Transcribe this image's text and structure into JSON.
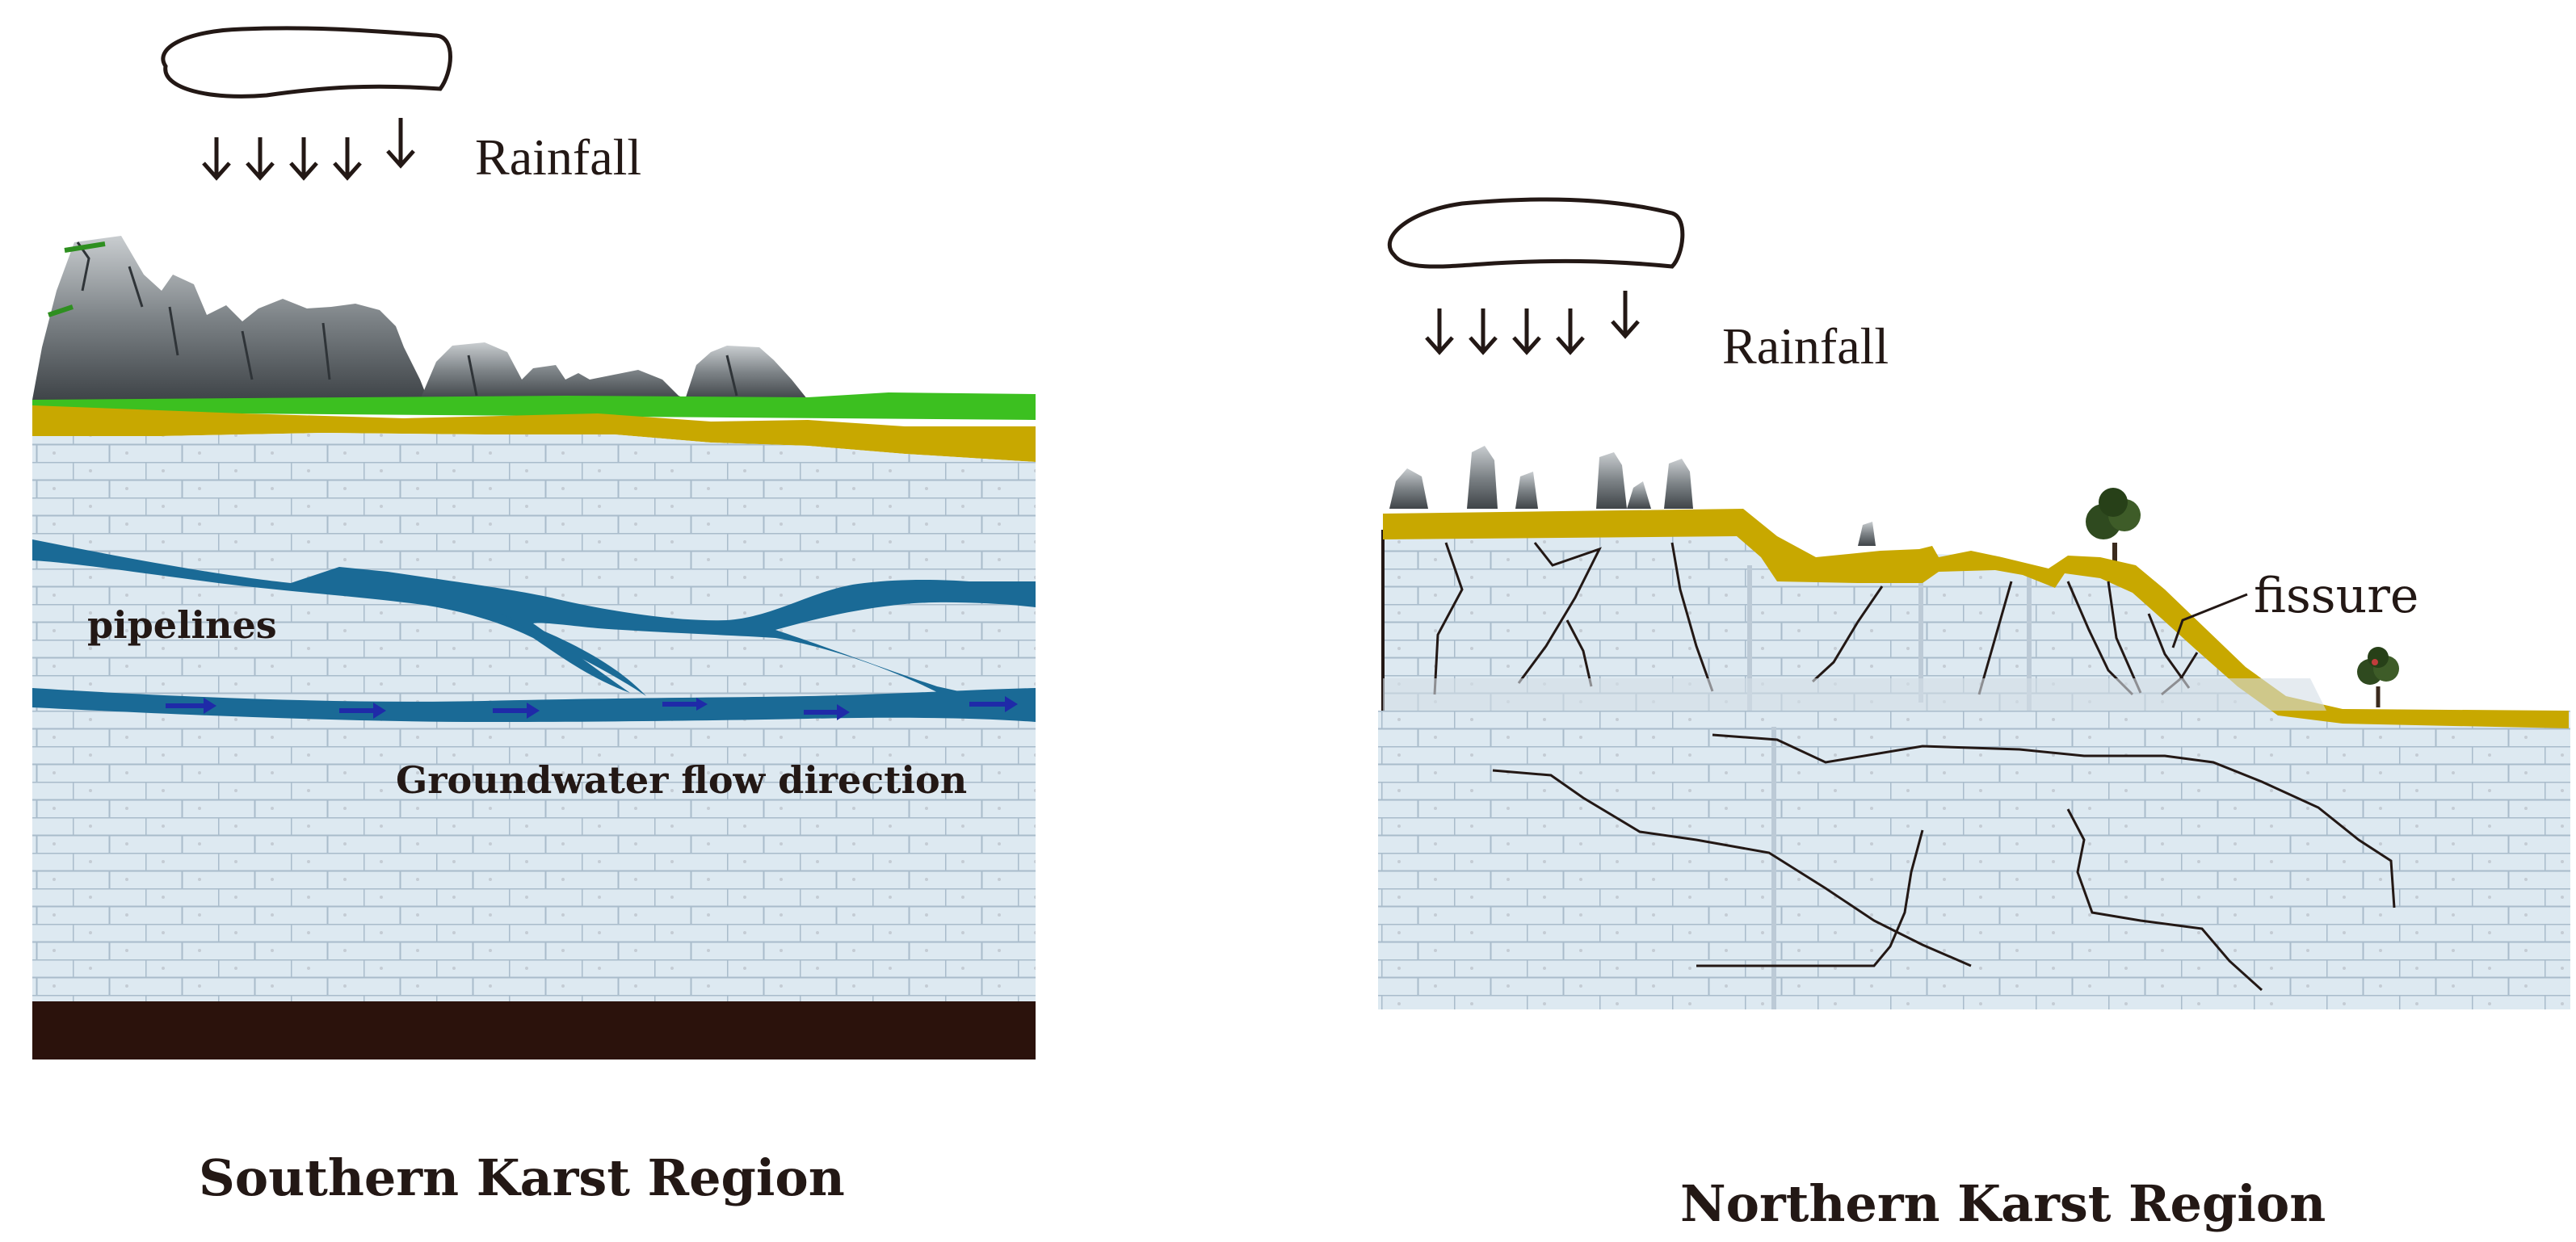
{
  "south": {
    "rainfall_label": "Rainfall",
    "pipelines_label": "pipelines",
    "flow_label": "Groundwater flow direction",
    "region_label": "Southern Karst Region"
  },
  "north": {
    "rainfall_label": "Rainfall",
    "fissure_label": "fissure",
    "region_label": "Northern Karst Region"
  },
  "colors": {
    "soil": "#c8a800",
    "grass": "#3cc020",
    "limestone": "#dde9f1",
    "mortar": "#a9bccb",
    "conduit": "#1a6a96",
    "flow_arrow": "#1f2aa8",
    "bedrock": "#2b120c",
    "rock": "#8a8f93",
    "text": "#231815"
  }
}
